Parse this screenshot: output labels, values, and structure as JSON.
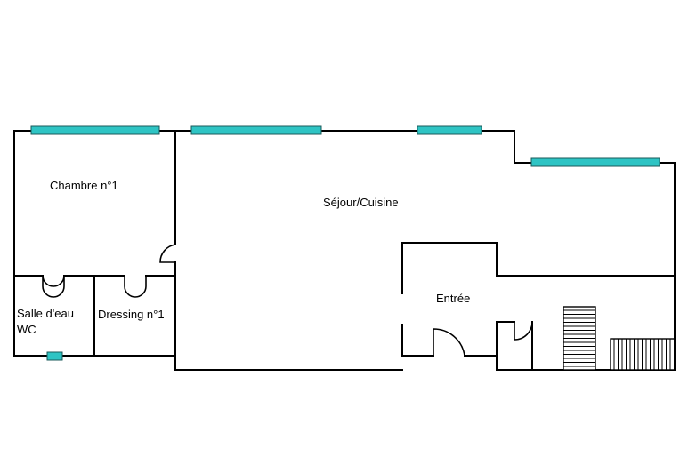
{
  "plan": {
    "rooms": [
      {
        "id": "chambre",
        "label": "Chambre n°1"
      },
      {
        "id": "sejour",
        "label": "Séjour/Cuisine"
      },
      {
        "id": "entree",
        "label": "Entrée"
      },
      {
        "id": "salle-eau",
        "label": "Salle d'eau\nWC"
      },
      {
        "id": "dressing",
        "label": "Dressing n°1"
      }
    ],
    "window_color": "#2ec4c4",
    "wall_color": "#000000"
  }
}
